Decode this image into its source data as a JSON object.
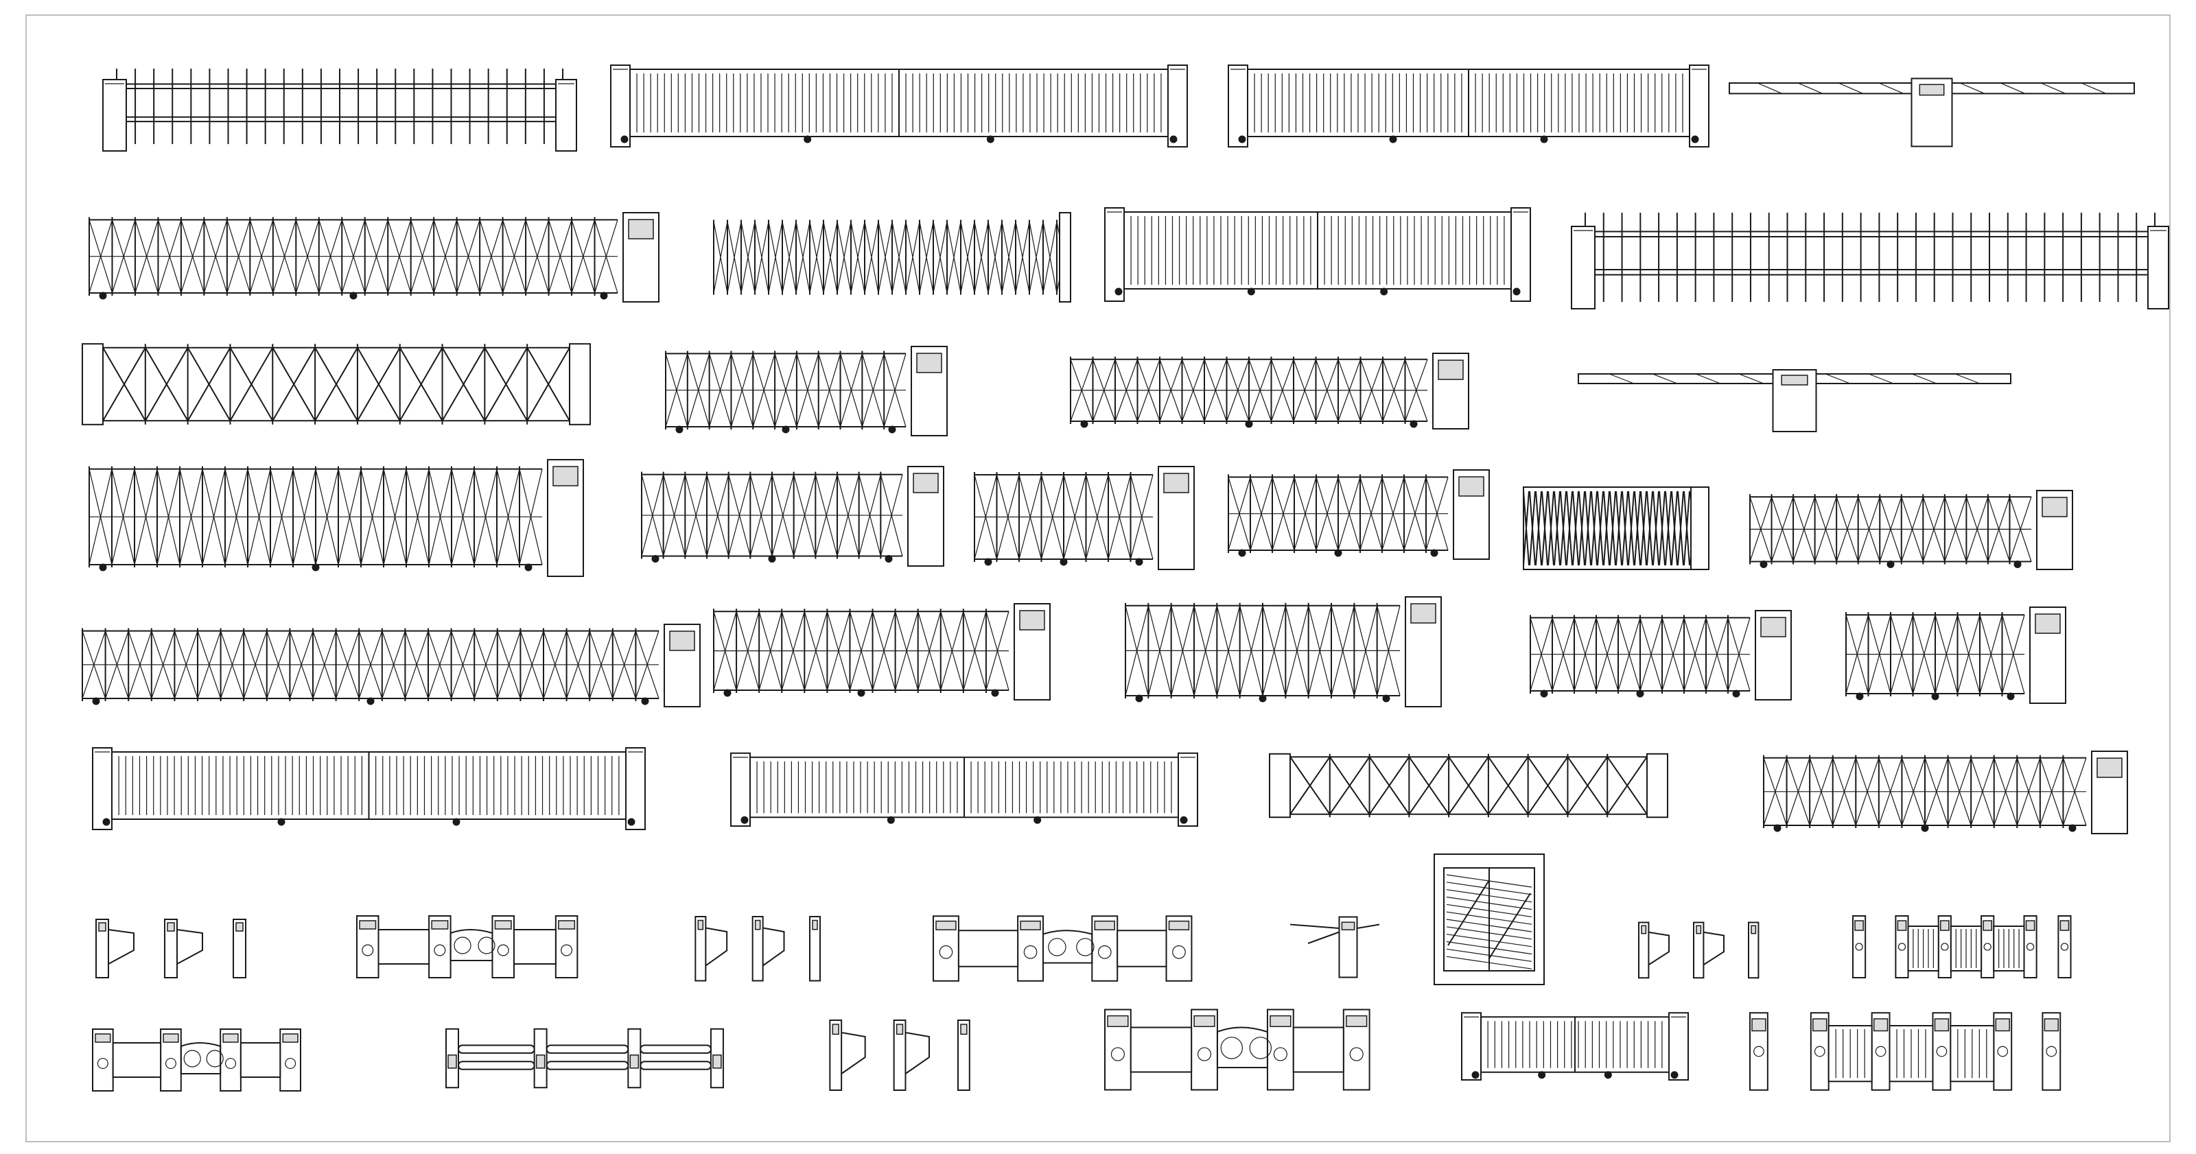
{
  "sheet": {
    "background": "#ffffff",
    "line_color": "#1a1a1a",
    "frame_color": "#bdbdbd"
  },
  "drawings": [
    {
      "id": "barrier-fence-gate-1",
      "kind": "fence"
    },
    {
      "id": "sliding-bar-gate-with-cameras",
      "kind": "bars"
    },
    {
      "id": "cantilever-sliding-gate-1",
      "kind": "bars"
    },
    {
      "id": "boom-barrier-1",
      "kind": "boom"
    },
    {
      "id": "retractable-gate-1",
      "kind": "xgate"
    },
    {
      "id": "retractable-gate-2",
      "kind": "zigzag"
    },
    {
      "id": "sliding-gate-wheeled-1",
      "kind": "bars"
    },
    {
      "id": "double-fence-barrier",
      "kind": "fence"
    },
    {
      "id": "retractable-gate-3",
      "kind": "bigx"
    },
    {
      "id": "retractable-gate-4",
      "kind": "xgate"
    },
    {
      "id": "retractable-gate-5",
      "kind": "xgate"
    },
    {
      "id": "boom-barrier-2",
      "kind": "boom"
    },
    {
      "id": "retractable-gate-6",
      "kind": "xgate"
    },
    {
      "id": "retractable-gate-7",
      "kind": "xgate"
    },
    {
      "id": "retractable-gate-8",
      "kind": "xgate"
    },
    {
      "id": "retractable-gate-9",
      "kind": "xgate"
    },
    {
      "id": "retractable-gate-10",
      "kind": "dark"
    },
    {
      "id": "retractable-gate-11",
      "kind": "xgate"
    },
    {
      "id": "retractable-gate-12",
      "kind": "xgate"
    },
    {
      "id": "retractable-gate-13",
      "kind": "xgate"
    },
    {
      "id": "retractable-gate-14",
      "kind": "xgate"
    },
    {
      "id": "retractable-gate-15",
      "kind": "xgate"
    },
    {
      "id": "retractable-gate-16",
      "kind": "xgate"
    },
    {
      "id": "sliding-gate-wheeled-2",
      "kind": "bars"
    },
    {
      "id": "curved-sliding-gate",
      "kind": "bars"
    },
    {
      "id": "retractable-gate-17",
      "kind": "bigx"
    },
    {
      "id": "retractable-gate-18",
      "kind": "xgate"
    },
    {
      "id": "flap-turnstile-1",
      "kind": "flap"
    },
    {
      "id": "swing-turnstile-1",
      "kind": "swing"
    },
    {
      "id": "flap-turnstile-2",
      "kind": "flap"
    },
    {
      "id": "swing-turnstile-2",
      "kind": "swing"
    },
    {
      "id": "tripod-turnstile",
      "kind": "tripod"
    },
    {
      "id": "full-height-gate",
      "kind": "fullheight"
    },
    {
      "id": "flap-turnstile-3",
      "kind": "flap"
    },
    {
      "id": "speed-gate-1",
      "kind": "speed"
    },
    {
      "id": "swing-turnstile-3",
      "kind": "swing"
    },
    {
      "id": "swing-barrier-rail",
      "kind": "rail"
    },
    {
      "id": "flap-turnstile-4",
      "kind": "flap"
    },
    {
      "id": "swing-turnstile-4",
      "kind": "swing"
    },
    {
      "id": "pedestrian-swing-gate",
      "kind": "bars"
    },
    {
      "id": "speed-gate-2",
      "kind": "speed"
    }
  ]
}
